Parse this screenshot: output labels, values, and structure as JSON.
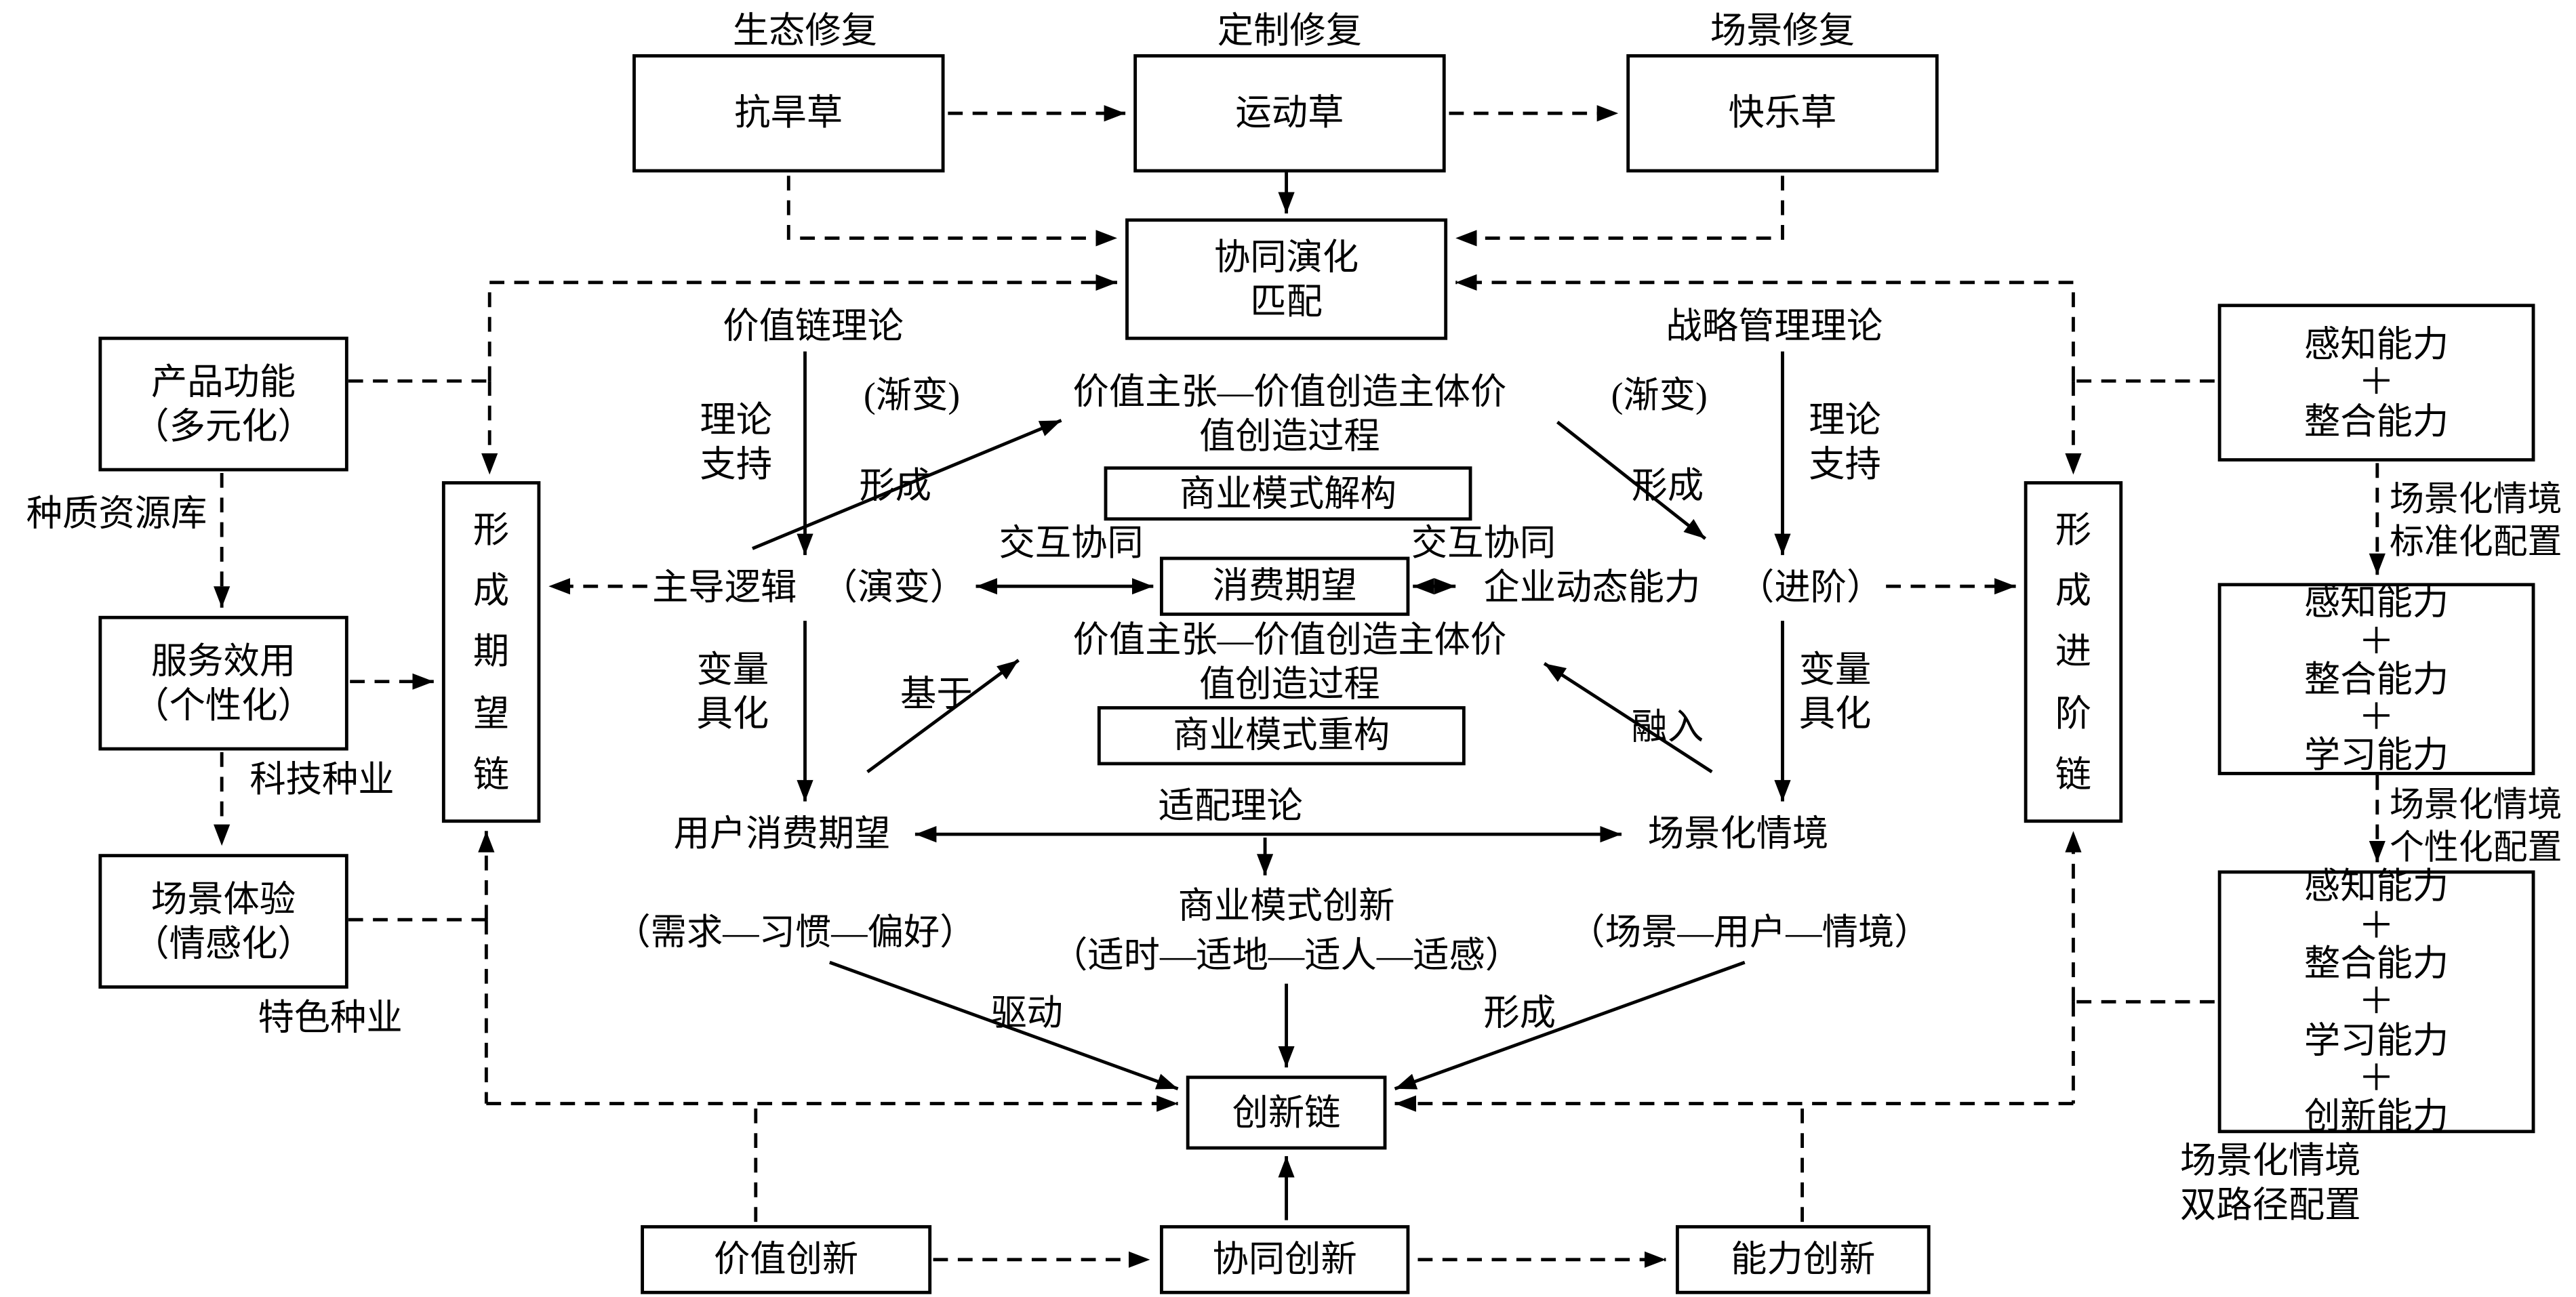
{
  "nodes": {
    "eco_repair": "生态修复",
    "custom_repair": "定制修复",
    "scene_repair": "场景修复",
    "drought_grass": "抗旱草",
    "sport_grass": "运动草",
    "happy_grass": "快乐草",
    "coevolution": "协同演化\n匹配",
    "product_function": "产品功能\n（多元化）",
    "germplasm_bank": "种质资源库",
    "service_utility": "服务效用\n（个性化）",
    "tech_seed": "科技种业",
    "scene_experience": "场景体验\n（情感化）",
    "special_seed": "特色种业",
    "expectation_chain": "形\n成\n期\n望\n链",
    "progression_chain": "形\n成\n进\n阶\n链",
    "value_chain_theory": "价值链理论",
    "strategy_theory": "战略管理理论",
    "gradual_left": "(渐变)",
    "gradual_right": "(渐变)",
    "theory_support_left": "理论\n支持",
    "theory_support_right": "理论\n支持",
    "form_left": "形成",
    "form_right": "形成",
    "value_prop_top": "价值主张—价值创造主体价\n值创造过程",
    "bm_deconstruction": "商业模式解构",
    "interact_left": "交互协同",
    "interact_right": "交互协同",
    "consumer_expectation": "消费期望",
    "dominant_logic": "主导逻辑",
    "evolution": "（演变）",
    "dynamic_capability": "企业动态能力",
    "progression": "（进阶）",
    "value_prop_bottom": "价值主张—价值创造主体价\n值创造过程",
    "bm_reconstruction": "商业模式重构",
    "variable_left": "变量\n具化",
    "variable_right": "变量\n具化",
    "based_on": "基于",
    "integrate": "融入",
    "user_expectation": "用户消费期望",
    "adaptation_theory": "适配理论",
    "scenario_context": "场景化情境",
    "demand_habit": "（需求—习惯—偏好）",
    "bmi": "商业模式创新",
    "bmi_sub": "（适时—适地—适人—适感）",
    "scene_user": "（场景—用户—情境）",
    "drive": "驱动",
    "form_bottom": "形成",
    "innovation_chain": "创新链",
    "value_innovation": "价值创新",
    "collab_innovation": "协同创新",
    "capability_innovation": "能力创新",
    "perceive_integrate": "感知能力\n＋\n整合能力",
    "std_config": "场景化情境\n标准化配置",
    "perceive_integrate_learn": "感知能力\n＋\n整合能力\n＋\n学习能力",
    "personal_config": "场景化情境\n个性化配置",
    "perceive_integrate_learn_innovate": "感知能力\n＋\n整合能力\n＋\n学习能力\n＋\n创新能力",
    "dual_config": "场景化情境\n双路径配置"
  },
  "colors": {
    "line": "#000000",
    "background": "#ffffff",
    "box_border": "#000000"
  }
}
